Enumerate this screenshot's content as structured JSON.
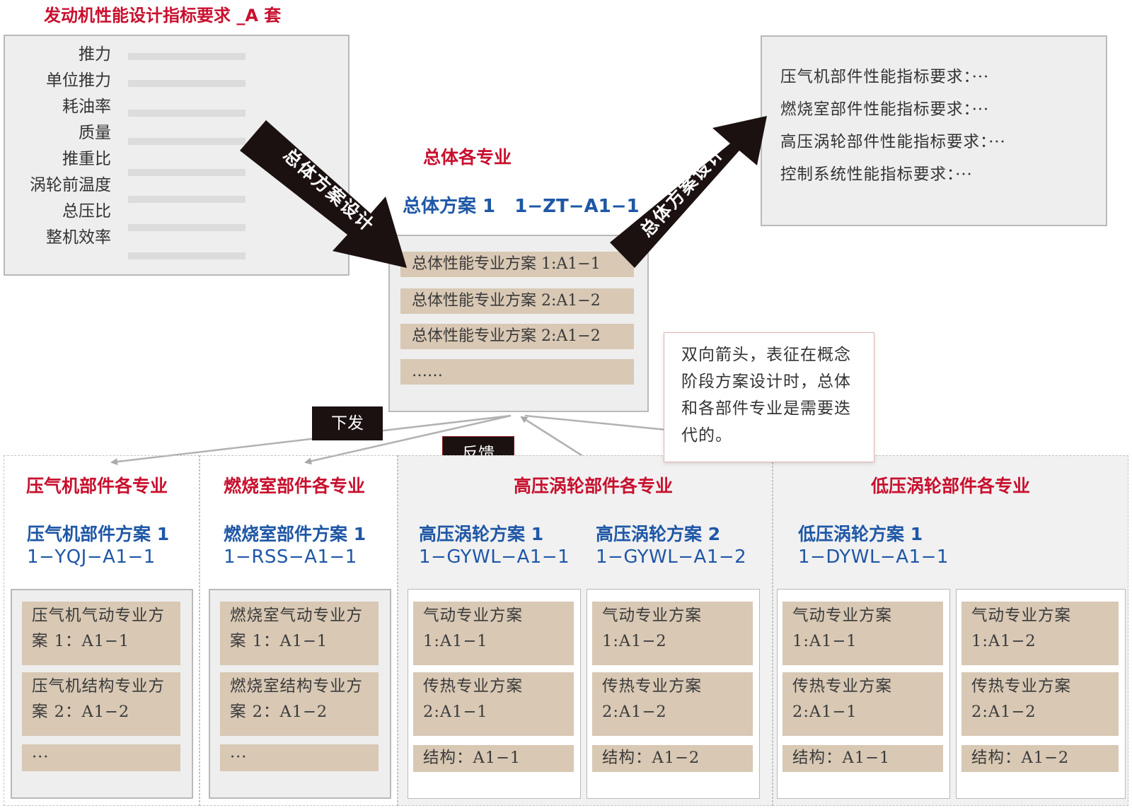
{
  "title": "发动机性能设计指标要求 _A 套",
  "spec_labels": [
    "推力",
    "单位推力",
    "耗油率",
    "质量",
    "推重比",
    "涡轮前温度",
    "总压比",
    "整机效率"
  ],
  "arrow_left_label": "总体方案设计",
  "arrow_right_label": "总体方案设计",
  "center": {
    "heading": "总体各专业",
    "plan": "总体方案 1   1−ZT−A1−1",
    "rows": [
      "总体性能专业方案 1:A1−1",
      "总体性能专业方案 2:A1−2",
      "总体性能专业方案 2:A1−2",
      "……"
    ]
  },
  "requirements": [
    "压气机部件性能指标要求：···",
    "燃烧室部件性能指标要求：···",
    "高压涡轮部件性能指标要求：···",
    "控制系统性能指标要求：···"
  ],
  "note": "双向箭头，表征在概念阶段方案设计时，总体和各部件专业是需要迭代的。",
  "tag_down": "下发",
  "tag_feedback": "反馈",
  "panels": {
    "yqj": {
      "heading": "压气机部件各专业",
      "plan": "压气机部件方案 1",
      "code": "1−YQJ−A1−1",
      "rows": [
        "压气机气动专业方案 1：A1−1",
        "压气机结构专业方案 2：A1−2",
        "···"
      ]
    },
    "rss": {
      "heading": "燃烧室部件各专业",
      "plan": "燃烧室部件方案 1",
      "code": "1−RSS−A1−1",
      "rows": [
        "燃烧室气动专业方案 1：A1−1",
        "燃烧室结构专业方案 2：A1−2",
        "···"
      ]
    },
    "gywl": {
      "heading": "高压涡轮部件各专业",
      "plan1": "高压涡轮方案 1",
      "code1": "1−GYWL−A1−1",
      "plan2": "高压涡轮方案 2",
      "code2": "1−GYWL−A1−2",
      "rows1": [
        "气动专业方案 1:A1−1",
        "传热专业方案 2:A1−1",
        "结构：A1−1"
      ],
      "rows2": [
        "气动专业方案 1:A1−2",
        "传热专业方案 2:A1−2",
        "结构：A1−2"
      ]
    },
    "dywl": {
      "heading": "低压涡轮部件各专业",
      "plan": "低压涡轮方案 1",
      "code": "1−DYWL−A1−1",
      "rows1": [
        "气动专业方案 1:A1−1",
        "传热专业方案 2:A1−1",
        "结构：A1−1"
      ],
      "rows2": [
        "气动专业方案 1:A1−2",
        "传热专业方案 2:A1−2",
        "结构：A1−2"
      ]
    }
  },
  "colors": {
    "red": "#c8102e",
    "blue": "#1f57a6",
    "tan": "#d8c8b4",
    "arrow": "#1b1110"
  }
}
